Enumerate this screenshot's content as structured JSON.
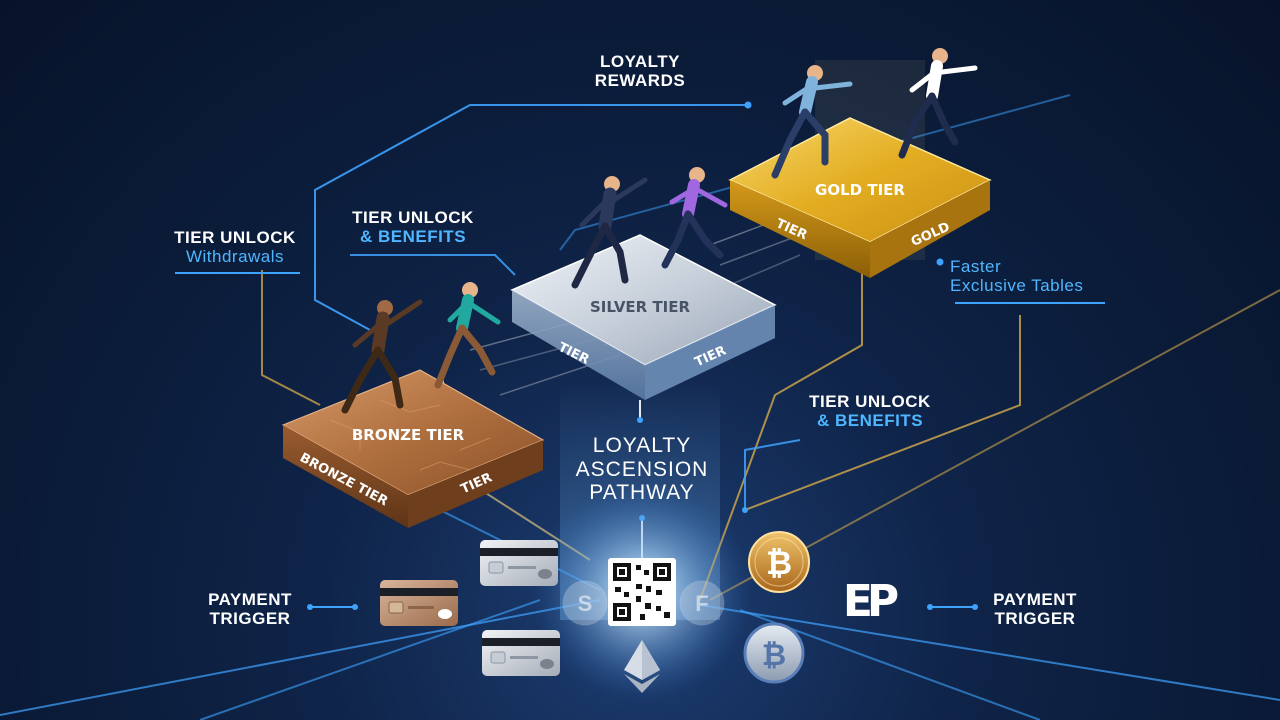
{
  "labels": {
    "loyalty_rewards_line1": "LOYALTY",
    "loyalty_rewards_line2": "REWARDS",
    "tier_unlock_left_line1": "TIER UNLOCK",
    "tier_unlock_left_line2": "Withdrawals",
    "tier_unlock_mid_line1": "TIER UNLOCK",
    "tier_unlock_mid_line2": "& BENEFITS",
    "tier_unlock_right_line1": "TIER UNLOCK",
    "tier_unlock_right_line2": "& BENEFITS",
    "faster_line1": "Faster",
    "faster_line2": "Exclusive Tables",
    "center_line1": "LOYALTY",
    "center_line2": "ASCENSION",
    "center_line3": "PATHWAY",
    "payment_left_line1": "PAYMENT",
    "payment_left_line2": "TRIGGER",
    "payment_right_line1": "PAYMENT",
    "payment_right_line2": "TRIGGER"
  },
  "platforms": {
    "bronze": {
      "title": "BRONZE TIER",
      "side_left": "BRONZE TIER",
      "side_right": "TIER"
    },
    "silver": {
      "title": "SILVER TIER",
      "side_left": "TIER",
      "side_right": "TIER"
    },
    "gold": {
      "title": "GOLD TIER",
      "side_left": "TIER",
      "side_right": "GOLD"
    }
  },
  "payment_icons": {
    "coin_left": "S",
    "coin_right": "F",
    "logo": "EP",
    "bitcoin_symbol": "₿"
  },
  "colors": {
    "accent_blue": "#4fb6ff",
    "gold": "#e9b62c",
    "silver": "#c9d1dc",
    "bronze": "#a5683d"
  }
}
